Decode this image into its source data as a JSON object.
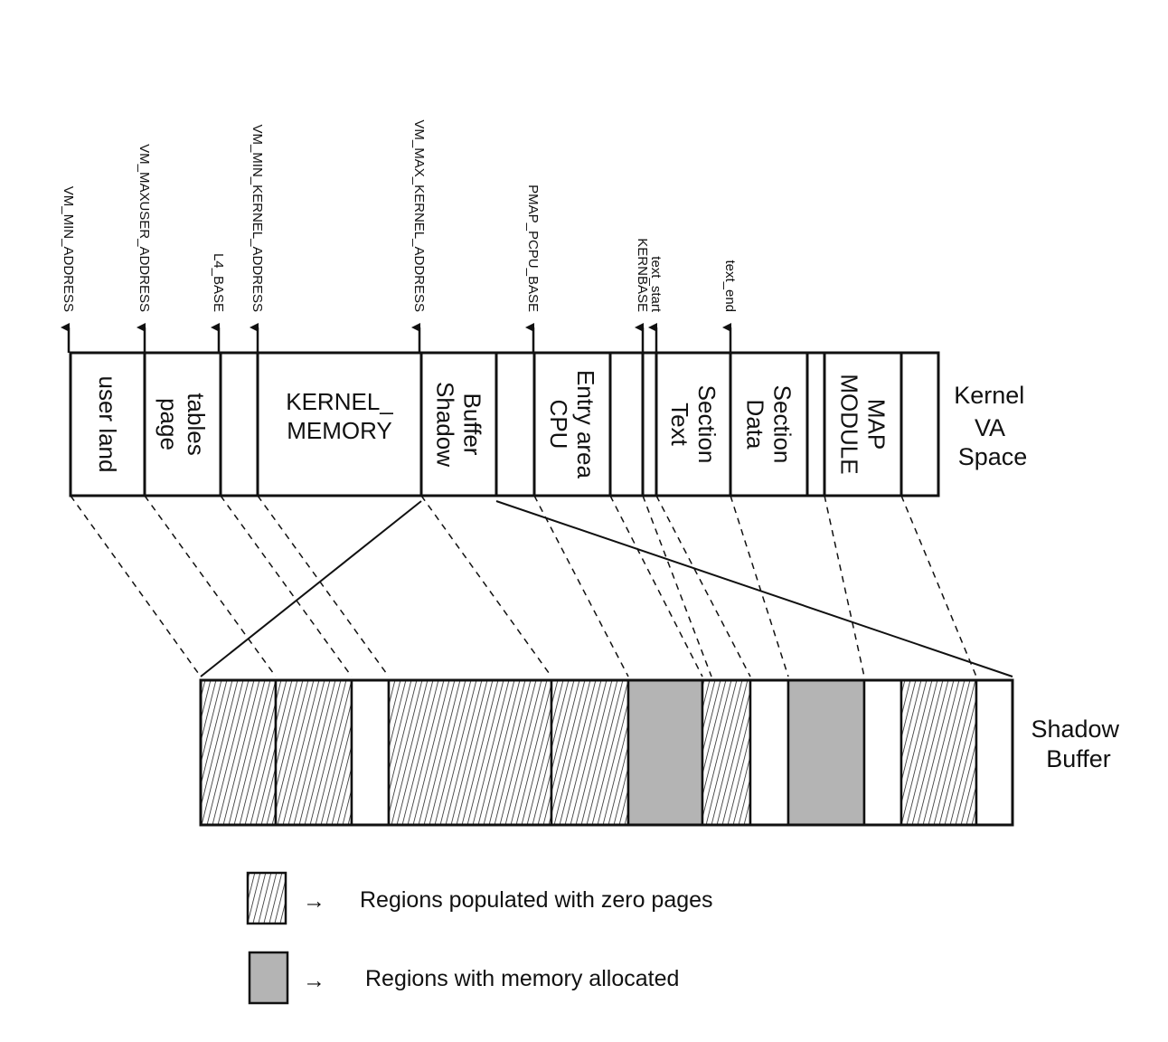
{
  "kernel_va_space": {
    "label_lines": [
      "Kernel",
      "VA",
      "Space"
    ],
    "regions": [
      {
        "lines": [
          "user land"
        ]
      },
      {
        "lines": [
          "page",
          "tables"
        ]
      },
      {
        "lines": []
      },
      {
        "lines": [
          "KERNEL_",
          "MEMORY"
        ]
      },
      {
        "lines": [
          "Shadow",
          "Buffer"
        ]
      },
      {
        "lines": []
      },
      {
        "lines": [
          "CPU",
          "Entry area"
        ]
      },
      {
        "lines": []
      },
      {
        "lines": []
      },
      {
        "lines": [
          "Text",
          "Section"
        ]
      },
      {
        "lines": [
          "Data",
          "Section"
        ]
      },
      {
        "lines": []
      },
      {
        "lines": [
          "MODULE",
          "MAP"
        ]
      },
      {
        "lines": []
      }
    ],
    "address_markers": [
      "VM_MIN_ADDRESS",
      "VM_MAXUSER_ADDRESS",
      "L4_BASE",
      "VM_MIN_KERNEL_ADDRESS",
      "VM_MAX_KERNEL_ADDRESS",
      "PMAP_PCPU_BASE",
      "KERNBASE",
      "text_start",
      "text_end"
    ]
  },
  "shadow_buffer": {
    "label_lines": [
      "Shadow",
      "Buffer"
    ],
    "segments": [
      "zero",
      "zero",
      "empty",
      "zero",
      "zero",
      "allocated",
      "zero",
      "empty",
      "allocated",
      "empty",
      "zero",
      "empty"
    ]
  },
  "legend": {
    "zero_pages": "Regions populated with zero pages",
    "allocated": "Regions with memory allocated",
    "arrow_glyph": "→"
  },
  "colors": {
    "line": "#111111",
    "allocated_fill": "#b4b4b4",
    "hatch": "#222222",
    "background": "#ffffff"
  }
}
